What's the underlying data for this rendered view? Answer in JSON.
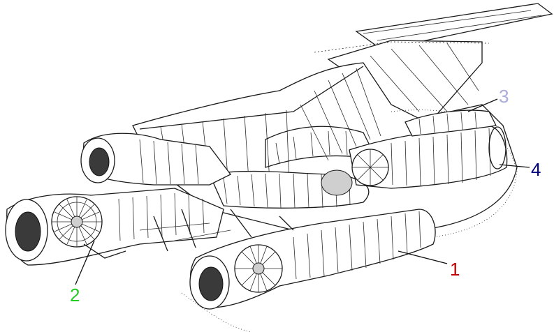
{
  "callouts": [
    {
      "id": "1",
      "text": "1",
      "color": "#c00000"
    },
    {
      "id": "2",
      "text": "2",
      "color": "#22cc22"
    },
    {
      "id": "3",
      "text": "3",
      "color": "#aaaadd"
    },
    {
      "id": "4",
      "text": "4",
      "color": "#000080"
    }
  ]
}
